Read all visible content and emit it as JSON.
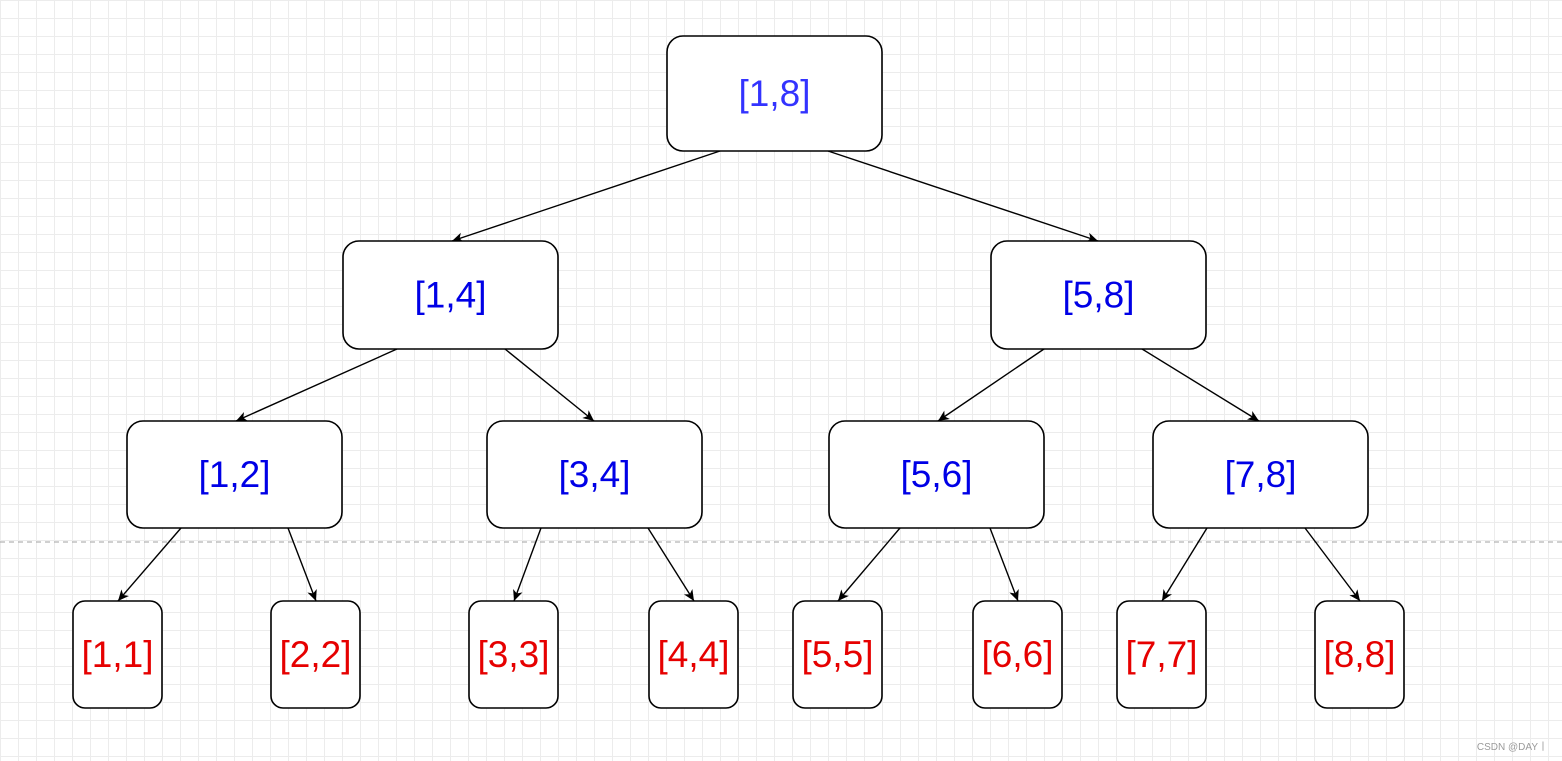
{
  "colors": {
    "internal_label": "#0000e6",
    "root_label": "#3333ff",
    "leaf_label": "#e60000"
  },
  "nodes": [
    {
      "id": "n18",
      "label": "[1,8]",
      "kind": "root"
    },
    {
      "id": "n14",
      "label": "[1,4]",
      "kind": "internal"
    },
    {
      "id": "n58",
      "label": "[5,8]",
      "kind": "internal"
    },
    {
      "id": "n12",
      "label": "[1,2]",
      "kind": "internal"
    },
    {
      "id": "n34",
      "label": "[3,4]",
      "kind": "internal"
    },
    {
      "id": "n56",
      "label": "[5,6]",
      "kind": "internal"
    },
    {
      "id": "n78",
      "label": "[7,8]",
      "kind": "internal"
    },
    {
      "id": "n11",
      "label": "[1,1]",
      "kind": "leaf"
    },
    {
      "id": "n22",
      "label": "[2,2]",
      "kind": "leaf"
    },
    {
      "id": "n33",
      "label": "[3,3]",
      "kind": "leaf"
    },
    {
      "id": "n44",
      "label": "[4,4]",
      "kind": "leaf"
    },
    {
      "id": "n55",
      "label": "[5,5]",
      "kind": "leaf"
    },
    {
      "id": "n66",
      "label": "[6,6]",
      "kind": "leaf"
    },
    {
      "id": "n77",
      "label": "[7,7]",
      "kind": "leaf"
    },
    {
      "id": "n88",
      "label": "[8,8]",
      "kind": "leaf"
    }
  ],
  "edges": [
    {
      "from": "n18",
      "to": "n14"
    },
    {
      "from": "n18",
      "to": "n58"
    },
    {
      "from": "n14",
      "to": "n12"
    },
    {
      "from": "n14",
      "to": "n34"
    },
    {
      "from": "n58",
      "to": "n56"
    },
    {
      "from": "n58",
      "to": "n78"
    },
    {
      "from": "n12",
      "to": "n11"
    },
    {
      "from": "n12",
      "to": "n22"
    },
    {
      "from": "n34",
      "to": "n33"
    },
    {
      "from": "n34",
      "to": "n44"
    },
    {
      "from": "n56",
      "to": "n55"
    },
    {
      "from": "n56",
      "to": "n66"
    },
    {
      "from": "n78",
      "to": "n77"
    },
    {
      "from": "n78",
      "to": "n88"
    }
  ],
  "watermark": "CSDN @DAY丨"
}
